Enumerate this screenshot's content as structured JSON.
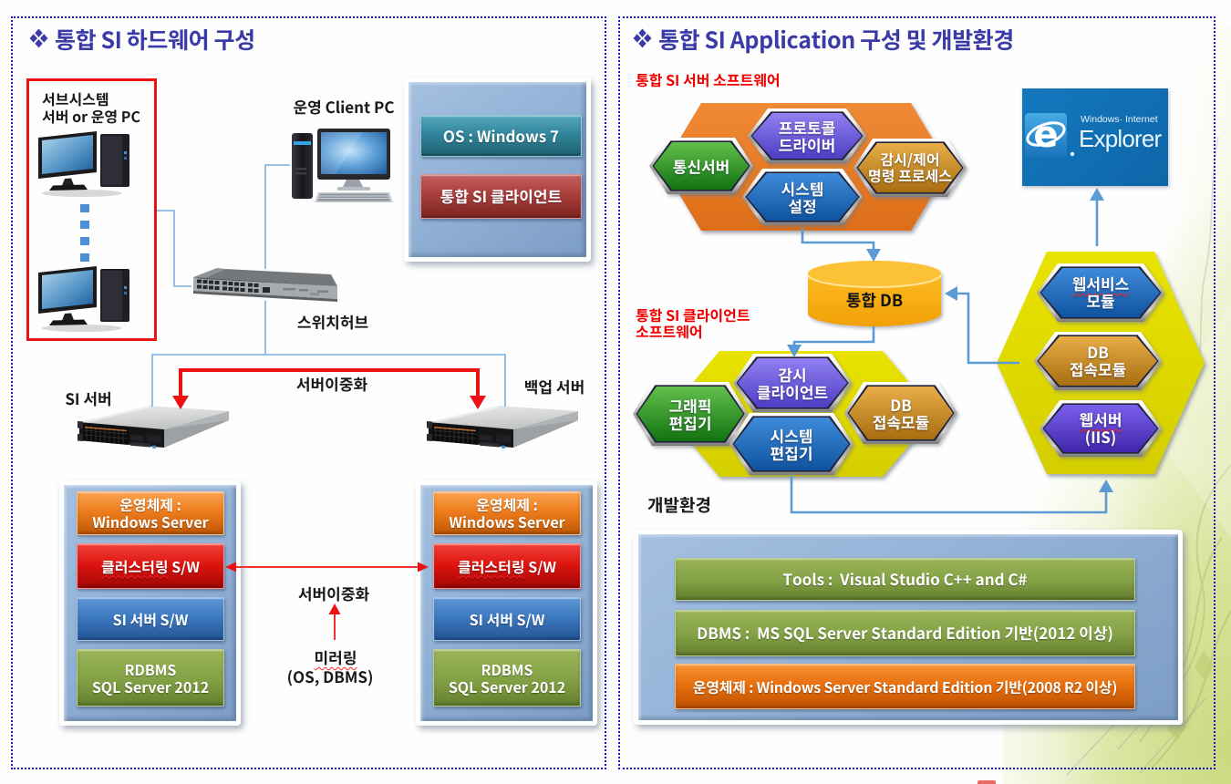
{
  "colors": {
    "panel_border": "#1414CC",
    "title_text": "#3B3BA8",
    "red_accent": "#F20000",
    "flow_arrow_blue": "#5B9BD5",
    "panel_fill_blue": "#93B2D6",
    "big_hex_orange": "#E87A24",
    "big_hex_yellow": "#E0DA00",
    "db_cylinder": "#F9AC0E"
  },
  "left": {
    "title": "통합 SI 하드웨어 구성",
    "subsystem_label": "서브시스템\n서버 or 운영 PC",
    "client_pc_label": "운영 Client PC",
    "client_stack": {
      "os": "OS : Windows 7",
      "app": "통합 SI 클라이언트"
    },
    "switch_label": "스위치허브",
    "failover_top": "서버이중화",
    "si_server": "SI 서버",
    "backup_server": "백업 서버",
    "stack": {
      "os": "운영체제 :\nWindows Server",
      "cluster_word": "클러스터링",
      "cluster_suffix": " S/W",
      "si_sw": "SI 서버 S/W",
      "rdbms": "RDBMS\nSQL Server 2012"
    },
    "failover_mid": "서버이중화",
    "mirroring": "미러링",
    "mirroring_sub": "(OS, DBMS)"
  },
  "right": {
    "title": "통합 SI Application 구성 및 개발환경",
    "server_sw_label": "통합 SI 서버 소프트웨어",
    "hex_server": {
      "comm": "통신서버",
      "protocol": "프로토콜\n드라이버",
      "system_cfg": "시스템\n설정",
      "monitor_cmd": "감시/제어\n명령 프로세스"
    },
    "db_label": "통합 DB",
    "client_sw_label": "통합 SI 클라이언트\n소프트웨어",
    "hex_client": {
      "monitor_client": "감시\n클라이언트",
      "graphic_editor": "그래픽\n편집기",
      "system_editor": "시스템\n편집기",
      "db_module": "DB\n접속모듈"
    },
    "hex_web": {
      "webservice_word": "웹서비스",
      "webservice_line2": "모듈",
      "db_module": "DB\n접속모듈",
      "webserver_word": "웹서버",
      "webserver_line2": "(IIS)"
    },
    "ie": {
      "brand_small": "Windows· Internet",
      "brand_big": "Explorer",
      "letter": "e"
    },
    "dev_label": "개발환경",
    "dev_stack": {
      "tools": "Tools :  Visual Studio C++ and C#",
      "dbms": "DBMS :  MS SQL Server Standard Edition 기반(2012 이상)",
      "os": "운영체제 : Windows Server Standard Edition 기반(2008 R2 이상)"
    }
  }
}
